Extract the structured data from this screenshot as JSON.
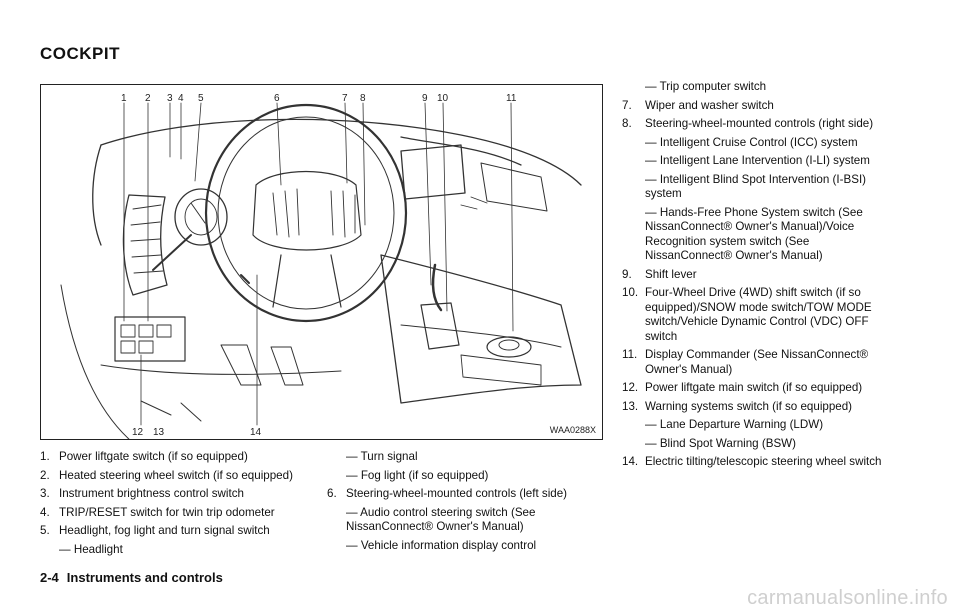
{
  "heading": "COCKPIT",
  "figure": {
    "code": "WAA0288X",
    "callouts_top": [
      "1",
      "2",
      "3",
      "4",
      "5",
      "6",
      "7",
      "8",
      "9",
      "10",
      "11"
    ],
    "callouts_bottom": [
      "12",
      "13",
      "14"
    ]
  },
  "items": [
    {
      "num": "1.",
      "text": "Power liftgate switch (if so equipped)"
    },
    {
      "num": "2.",
      "text": "Heated steering wheel switch (if so equipped)"
    },
    {
      "num": "3.",
      "text": "Instrument brightness control switch"
    },
    {
      "num": "4.",
      "text": "TRIP/RESET switch for twin trip odometer"
    },
    {
      "num": "5.",
      "text": "Headlight, fog light and turn signal switch",
      "subs": [
        "— Headlight",
        "— Turn signal",
        "— Fog light (if so equipped)"
      ]
    },
    {
      "num": "6.",
      "text": "Steering-wheel-mounted controls (left side)",
      "subs": [
        "— Audio control steering switch (See NissanConnect® Owner's Manual)",
        "— Vehicle information display control",
        "— Trip computer switch"
      ]
    },
    {
      "num": "7.",
      "text": "Wiper and washer switch"
    },
    {
      "num": "8.",
      "text": "Steering-wheel-mounted controls (right side)",
      "subs": [
        "— Intelligent Cruise Control (ICC) system",
        "— Intelligent Lane Intervention (I-LI) system",
        "— Intelligent Blind Spot Intervention (I-BSI) system",
        "— Hands-Free Phone System switch (See NissanConnect® Owner's Manual)/Voice Recognition system switch (See NissanConnect® Owner's Manual)"
      ]
    },
    {
      "num": "9.",
      "text": "Shift lever"
    },
    {
      "num": "10.",
      "text": "Four-Wheel Drive (4WD) shift switch (if so equipped)/SNOW mode switch/TOW MODE switch/Vehicle Dynamic Control (VDC) OFF switch"
    },
    {
      "num": "11.",
      "text": "Display Commander (See NissanConnect® Owner's Manual)"
    },
    {
      "num": "12.",
      "text": "Power liftgate main switch (if so equipped)"
    },
    {
      "num": "13.",
      "text": "Warning systems switch (if so equipped)",
      "subs": [
        "— Lane Departure Warning (LDW)",
        "— Blind Spot Warning (BSW)"
      ]
    },
    {
      "num": "14.",
      "text": "Electric tilting/telescopic steering wheel switch"
    }
  ],
  "footer": {
    "page": "2-4",
    "section": "Instruments and controls"
  },
  "watermark": "carmanualsonline.info"
}
